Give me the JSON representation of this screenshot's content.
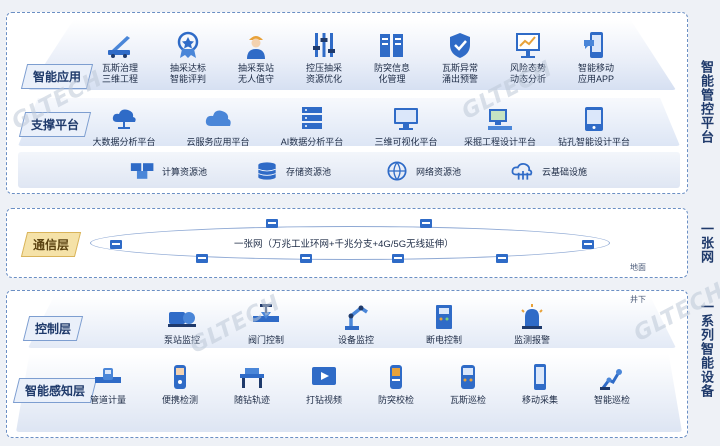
{
  "sections": {
    "smart_control_platform": "智能管控平台",
    "one_network": "一张网",
    "series_devices": "一系列智能设备"
  },
  "layers": {
    "smart_app": "智能应用",
    "support_platform": "支撑平台",
    "communication": "通信层",
    "control": "控制层",
    "perception": "智能感知层"
  },
  "smart_apps": [
    {
      "label": "瓦斯治理\n三维工程",
      "icon": "drill-rig-icon"
    },
    {
      "label": "抽采达标\n智能评判",
      "icon": "award-badge-icon"
    },
    {
      "label": "抽采泵站\n无人值守",
      "icon": "worker-icon"
    },
    {
      "label": "控压抽采\n资源优化",
      "icon": "sliders-icon"
    },
    {
      "label": "防突信息\n化管理",
      "icon": "server-rack-icon"
    },
    {
      "label": "瓦斯异常\n涌出预警",
      "icon": "shield-check-icon"
    },
    {
      "label": "风险态势\n动态分析",
      "icon": "chart-board-icon"
    },
    {
      "label": "智能移动\n应用APP",
      "icon": "mobile-app-icon"
    }
  ],
  "support_platforms": [
    {
      "label": "大数据分析平台",
      "icon": "cloud-network-icon"
    },
    {
      "label": "云服务应用平台",
      "icon": "cloud-icon"
    },
    {
      "label": "AI数据分析平台",
      "icon": "server-icon"
    },
    {
      "label": "三维可视化平台",
      "icon": "monitor-icon"
    },
    {
      "label": "采掘工程设计平台",
      "icon": "workstation-icon"
    },
    {
      "label": "钻孔智能设计平台",
      "icon": "tablet-icon"
    }
  ],
  "resource_pools": [
    {
      "label": "计算资源池",
      "icon": "computers-icon"
    },
    {
      "label": "存储资源池",
      "icon": "database-icon"
    },
    {
      "label": "网络资源池",
      "icon": "globe-icon"
    },
    {
      "label": "云基础设施",
      "icon": "cloud-infra-icon"
    }
  ],
  "network": {
    "label": "一张网（万兆工业环网+千兆分支+4G/5G无线延伸）",
    "ground_label": "地面",
    "underground_label": "井下"
  },
  "control_devices": [
    {
      "label": "泵站监控",
      "icon": "pump-icon"
    },
    {
      "label": "阀门控制",
      "icon": "valve-icon"
    },
    {
      "label": "设备监控",
      "icon": "robot-arm-icon"
    },
    {
      "label": "断电控制",
      "icon": "power-cabinet-icon"
    },
    {
      "label": "监测报警",
      "icon": "alarm-icon"
    }
  ],
  "perception_devices": [
    {
      "label": "管道计量",
      "icon": "flowmeter-icon"
    },
    {
      "label": "便携检测",
      "icon": "detector-icon"
    },
    {
      "label": "随钻轨迹",
      "icon": "drill-track-icon"
    },
    {
      "label": "打钻视频",
      "icon": "video-icon"
    },
    {
      "label": "防突校检",
      "icon": "handheld-icon"
    },
    {
      "label": "瓦斯巡检",
      "icon": "gas-meter-icon"
    },
    {
      "label": "移动采集",
      "icon": "phone-icon"
    },
    {
      "label": "智能巡检",
      "icon": "inspection-robot-icon"
    }
  ],
  "watermark": "GLTECH",
  "colors": {
    "primary": "#2f6bc7",
    "accent": "#f5e2a8",
    "frame": "#6b8fc4",
    "text": "#1d2b45"
  }
}
